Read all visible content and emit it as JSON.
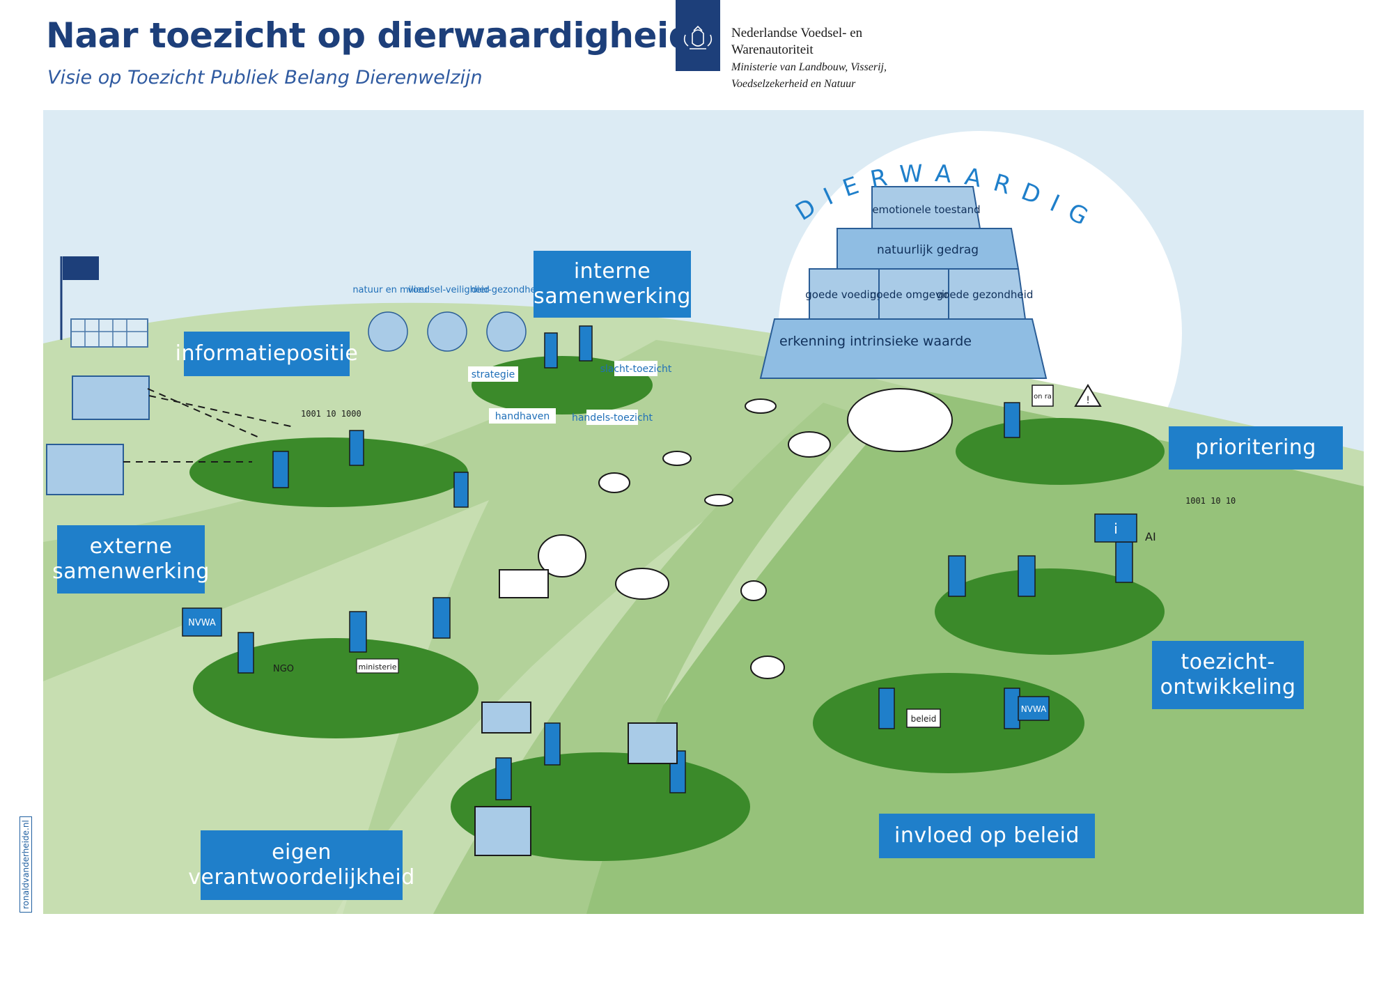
{
  "header": {
    "title": "Naar toezicht op dierwaardigheid",
    "subtitle": "Visie op Toezicht Publiek Belang Dierenwelzijn",
    "org_name_line1": "Nederlandse Voedsel- en",
    "org_name_line2": "Warenautoriteit",
    "ministry_line1": "Ministerie van Landbouw, Visserij,",
    "ministry_line2": "Voedselzekerheid en Natuur"
  },
  "scene": {
    "arch_text": "DIERWAARDIG",
    "labels": {
      "informatiepositie": "informatiepositie",
      "interne_samenwerking": "interne\nsamenwerking",
      "externe_samenwerking": "externe\nsamenwerking",
      "eigen_verantwoordelijkheid": "eigen\nverantwoordelijkheid",
      "prioritering": "prioritering",
      "toezicht_ontwikkeling": "toezicht-\nontwikkeling",
      "invloed_op_beleid": "invloed op beleid"
    },
    "pyramid": {
      "top": "emotionele toestand",
      "tier2": "natuurlijk gedrag",
      "tier3_left": "goede voeding",
      "tier3_mid": "goede omgeving",
      "tier3_right": "goede gezondheid",
      "base": "erkenning intrinsieke waarde"
    },
    "small_labels": {
      "natuur_en_milieu": "natuur en milieu",
      "voedselveiligheid": "voedsel-veiligheid",
      "diergezondheid": "dier-gezondheid",
      "strategie": "strategie",
      "slachttoezicht": "slacht-toezicht",
      "handhaven": "handhaven",
      "handelstoezicht": "handels-toezicht"
    },
    "signs": {
      "nvwa_bag": "NVWA",
      "ngo_shirt": "NGO",
      "nvwa_flag": "NVWA",
      "beleid_paper": "beleid",
      "ministerie_card": "ministerie",
      "ai_tag": "AI",
      "binary_1": "1001 10 1000",
      "binary_2": "1001 10 10",
      "info_icon": "i",
      "alert_icon": "!",
      "onra_sign": "on ra"
    }
  },
  "credit": "ronaldvanderheide.nl",
  "colors": {
    "sky": "#dcebf4",
    "grass_light": "#c5ddb0",
    "grass_mid": "#a7cb8c",
    "grass_dark": "#7fae5e",
    "patch": "#3b8a2a",
    "label_blue": "#1f7fca",
    "title_blue": "#1d3f7a"
  }
}
